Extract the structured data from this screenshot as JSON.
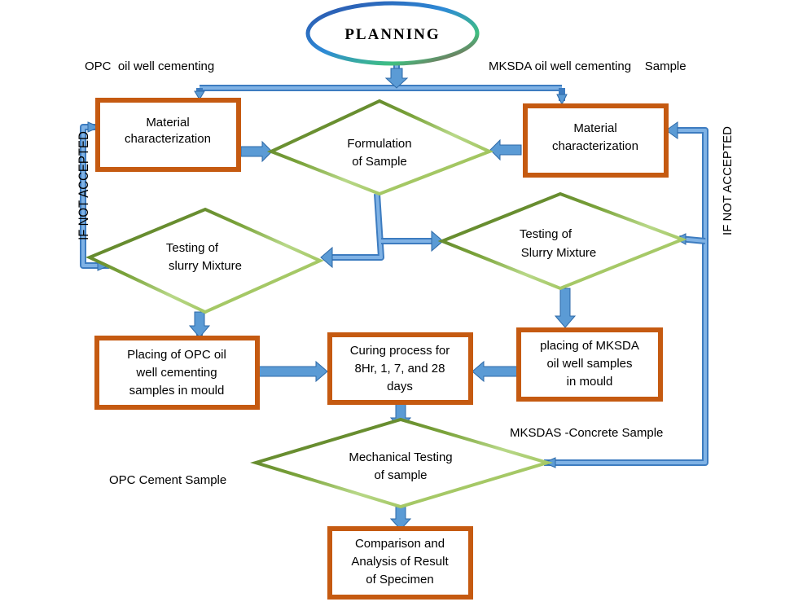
{
  "title": "PLANNING",
  "labels": {
    "opc_top": "OPC  oil well cementing",
    "mksda_top": "MKSDA oil well cementing    Sample",
    "not_accepted_left": "IF NOT ACCEPTED",
    "not_accepted_right": "IF NOT ACCEPTED",
    "mksdas_concrete": "MKSDAS -Concrete Sample",
    "opc_cement": "OPC Cement Sample"
  },
  "nodes": {
    "mat_char_left": [
      "Material",
      "characterization"
    ],
    "mat_char_right": [
      "Material",
      "characterization"
    ],
    "formulation": [
      "Formulation",
      "of Sample"
    ],
    "testing_left": [
      "Testing of",
      "slurry Mixture"
    ],
    "testing_right": [
      "Testing of",
      "Slurry Mixture"
    ],
    "placing_opc": [
      "Placing of OPC oil",
      "well cementing",
      "samples in mould"
    ],
    "curing": [
      "Curing process for",
      "8Hr, 1, 7, and 28",
      "days"
    ],
    "placing_mksda": [
      "placing of MKSDA",
      "oil well samples",
      "in mould"
    ],
    "mechanical": [
      "Mechanical Testing",
      "of sample"
    ],
    "comparison": [
      "Comparison and",
      "Analysis of Result",
      "of Specimen"
    ]
  },
  "colors": {
    "box_border": "#c55a11",
    "arrow": "#5b9bd5",
    "diamond_border": "#5a7a2a"
  }
}
